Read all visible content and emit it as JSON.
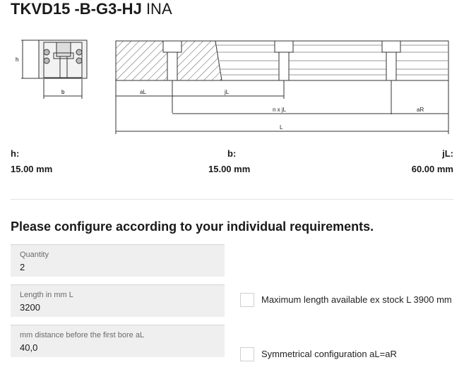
{
  "product": {
    "code": "TKVD15 -B-G3-HJ",
    "brand": "INA"
  },
  "drawing": {
    "label_h": "h",
    "label_b": "b",
    "label_aL": "aL",
    "label_jL": "jL",
    "label_n_jL": "n x jL",
    "label_aR": "aR",
    "label_L": "L"
  },
  "dimensions": [
    {
      "label": "h:",
      "value": "15.00 mm"
    },
    {
      "label": "b:",
      "value": "15.00 mm"
    },
    {
      "label": "jL:",
      "value": "60.00 mm"
    }
  ],
  "configure": {
    "heading": "Please configure according to your individual requirements.",
    "fields": [
      {
        "label": "Quantity",
        "value": "2"
      },
      {
        "label": "Length in mm L",
        "value": "3200"
      },
      {
        "label": "mm distance before the first bore aL",
        "value": "40,0"
      }
    ],
    "options": [
      {
        "label": "Maximum length available ex stock L 3900 mm",
        "checked": false
      },
      {
        "label": "Symmetrical configuration aL=aR",
        "checked": false
      }
    ]
  }
}
